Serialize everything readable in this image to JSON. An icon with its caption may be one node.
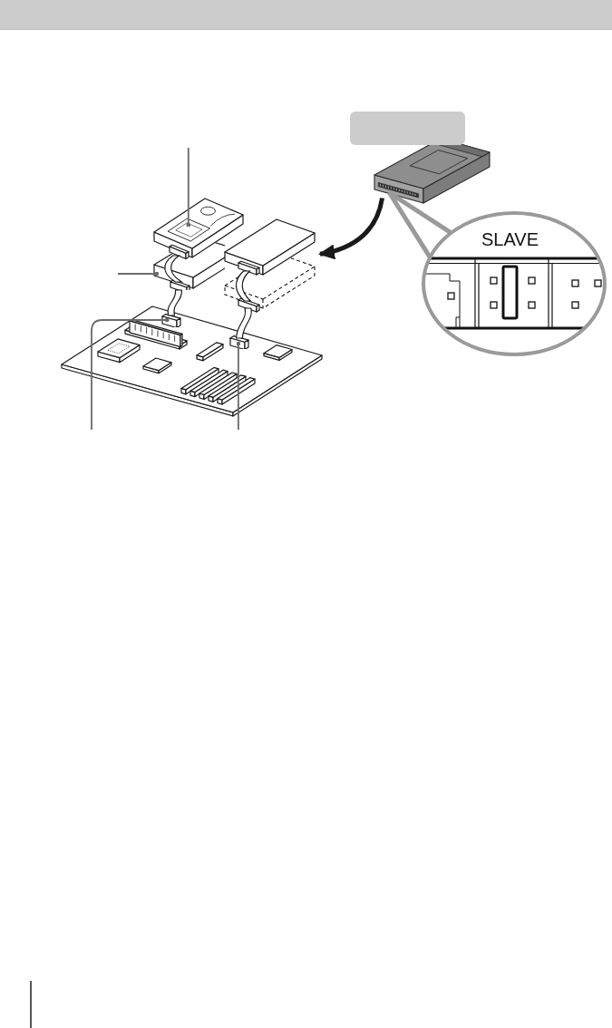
{
  "diagram": {
    "nodes": [
      {
        "text": [],
        "shape": "picture"
      },
      {
        "text": [],
        "shape": "picture"
      },
      {
        "text": [],
        "shape": "box"
      },
      {
        "text": [],
        "shape": "box"
      },
      {
        "text": [],
        "shape": "picture"
      },
      {
        "text": [],
        "shape": "picture"
      },
      {
        "text": [
          "SLAVE"
        ]
      },
      {
        "text": [],
        "shape": "box"
      },
      {
        "text": [],
        "shape": "box"
      }
    ],
    "edges": [
      {
        "from": null,
        "to": 0,
        "arrow": "other",
        "color": "#6b6b6b"
      },
      {
        "from": null,
        "to": 1,
        "arrow": "other",
        "color": "#6b6b6b"
      },
      {
        "from": null,
        "to": 2,
        "arrow": "other",
        "color": "#6b6b6b"
      },
      {
        "from": null,
        "to": 3,
        "arrow": "other",
        "color": "#6b6b6b"
      },
      {
        "from": 4,
        "to": 5,
        "arrow": "to",
        "style": "thick"
      },
      {
        "from": 6,
        "to": 4,
        "arrow": "none",
        "style": "thick",
        "color": "#9a9a9a"
      },
      {
        "from": 0,
        "to": 1,
        "arrow": "none"
      },
      {
        "from": 1,
        "to": 2,
        "arrow": "none"
      },
      {
        "from": 5,
        "to": 8,
        "arrow": "none"
      },
      {
        "from": 8,
        "to": 3,
        "arrow": "none"
      }
    ]
  }
}
